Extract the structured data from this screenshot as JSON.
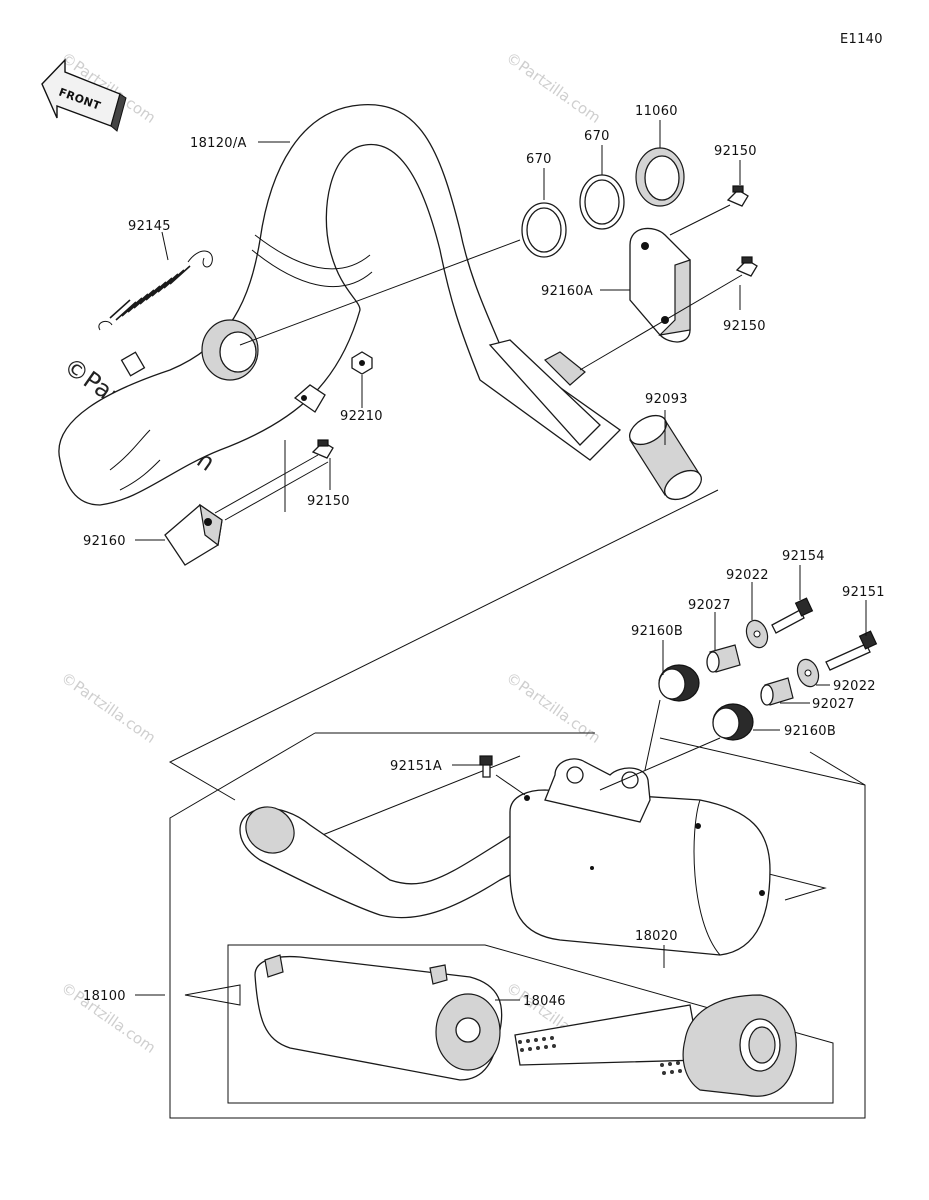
{
  "diagram": {
    "code": "E1140",
    "front_label": "FRONT",
    "watermark": "©Partzilla.com",
    "callouts": {
      "p18120A": "18120/A",
      "p92145": "92145",
      "p670a": "670",
      "p670b": "670",
      "p11060": "11060",
      "p92150a": "92150",
      "p92160A": "92160A",
      "p92150b": "92150",
      "p92210": "92210",
      "p92093": "92093",
      "p92150c": "92150",
      "p92160": "92160",
      "p92154": "92154",
      "p92022a": "92022",
      "p92151": "92151",
      "p92027a": "92027",
      "p92160Ba": "92160B",
      "p92022b": "92022",
      "p92027b": "92027",
      "p92160Bb": "92160B",
      "p92151A": "92151A",
      "p18020": "18020",
      "p18100": "18100",
      "p18046": "18046"
    }
  }
}
